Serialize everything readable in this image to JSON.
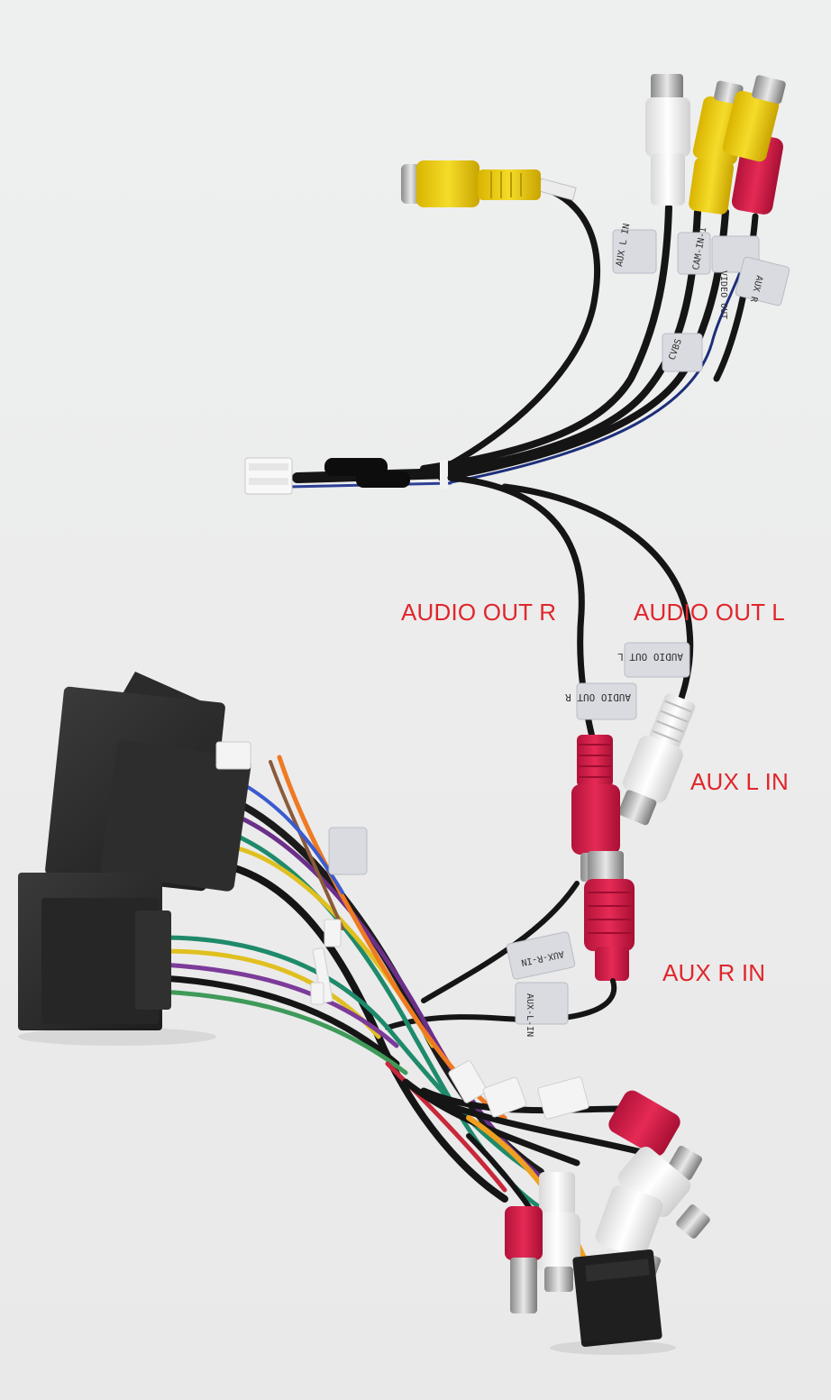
{
  "photo": {
    "subject": "car stereo wiring harness with RCA connectors",
    "background_color": "#ececec"
  },
  "callouts": {
    "audio_out_r": "AUDIO OUT R",
    "audio_out_l": "AUDIO OUT L",
    "aux_l_in": "AUX L IN",
    "aux_r_in": "AUX R IN"
  },
  "sleeve_tags": {
    "aux_l_in": "AUX L IN",
    "cam_in": "CAM-IN-1",
    "video_out": "VIDEO OUT",
    "aux_r": "AUX R",
    "cvbs": "CVBS",
    "audio_out_l": "AUDIO OUT L",
    "audio_out_r": "AUDIO OUT R",
    "aux_r_in": "AUX-R-IN",
    "aux_l_in_lower": "AUX-L-IN"
  },
  "colors": {
    "callout_text": "#e0262b",
    "rca_yellow": "#f2d21a",
    "rca_white": "#f6f6f6",
    "rca_red": "#d81f4a",
    "cable_black": "#151515",
    "connector_black": "#2a2a2a"
  }
}
